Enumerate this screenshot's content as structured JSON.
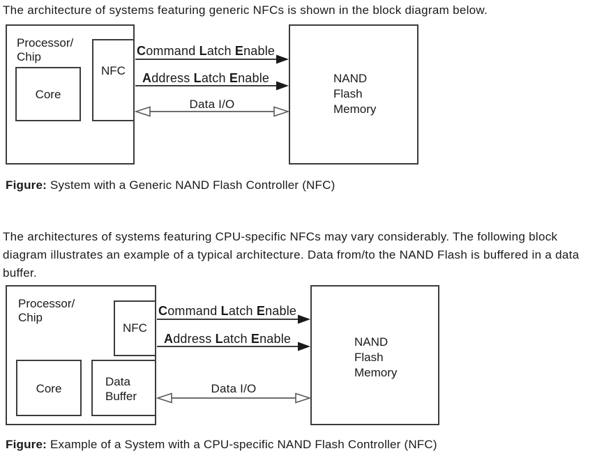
{
  "intro1": "The architecture of systems featuring generic NFCs is shown in the block diagram below.",
  "intro2_lines": [
    "The architectures of systems featuring CPU-specific NFCs may vary considerably. The following block",
    "diagram illustrates an example of a typical architecture. Data from/to the NAND Flash is buffered in a data",
    "buffer."
  ],
  "labels": {
    "processor_line1": "Processor/",
    "processor_line2": "Chip",
    "core": "Core",
    "nfc": "NFC",
    "data_buffer_line1": "Data",
    "data_buffer_line2": "Buffer",
    "nand_line1": "NAND",
    "nand_line2": "Flash",
    "nand_line3": "Memory"
  },
  "signals": {
    "cle": {
      "b1": "C",
      "r1": "ommand ",
      "b2": "L",
      "r2": "atch ",
      "b3": "E",
      "r3": "nable"
    },
    "ale": {
      "b1": "A",
      "r1": "ddress ",
      "b2": "L",
      "r2": "atch ",
      "b3": "E",
      "r3": "nable"
    },
    "data_io": "Data I/O"
  },
  "captions": {
    "figure_label": "Figure:",
    "caption1": "System with a Generic NAND Flash Controller (NFC)",
    "caption2": "Example of a System with a CPU-specific NAND Flash Controller (NFC)"
  },
  "colors": {
    "line": "#3c3c3c",
    "data_line": "#5a5a5a",
    "arrow_fill": "#1a1a1a",
    "text": "#1a1a1a",
    "background": "#ffffff"
  }
}
